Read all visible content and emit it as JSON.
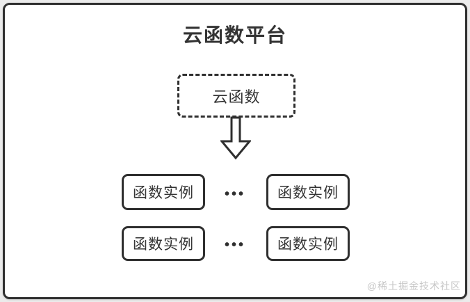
{
  "diagram": {
    "title": "云函数平台",
    "cloud_function_label": "云函数",
    "arrow_icon": "hollow-down-arrow",
    "rows": [
      {
        "left_label": "函数实例",
        "separator": "•••",
        "right_label": "函数实例"
      },
      {
        "left_label": "函数实例",
        "separator": "•••",
        "right_label": "函数实例"
      }
    ],
    "watermark": "@稀土掘金技术社区",
    "colors": {
      "border": "#2f2f2f",
      "text": "#333333",
      "background": "#ffffff",
      "watermark": "#c7c7c7"
    }
  }
}
